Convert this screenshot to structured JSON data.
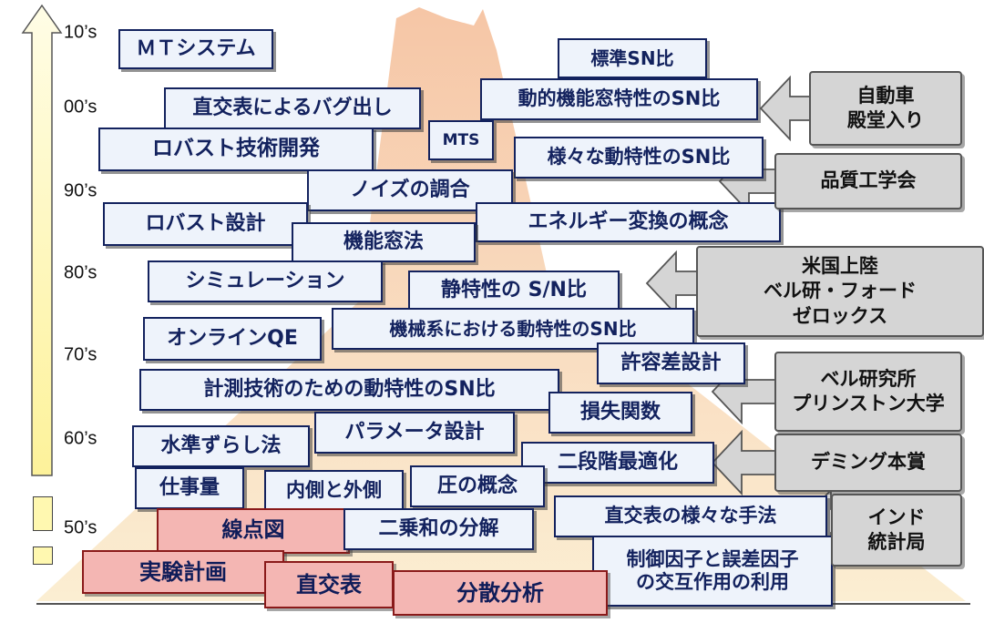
{
  "colors": {
    "box_fill": "#eef3fb",
    "box_border": "#13225e",
    "box_text": "#13225e",
    "base_fill": "#f4b6b3",
    "arrow_fill": "#d5d5d5",
    "mountain_fill": "#f6c6a6",
    "mountain_base": "#fbeed2",
    "timeline_fill": "#fdf7b2"
  },
  "timeline": {
    "labels": [
      "10’s",
      "00’s",
      "90’s",
      "80’s",
      "70’s",
      "60’s",
      "50’s"
    ]
  },
  "boxes": [
    {
      "text": "ＭＴシステム"
    },
    {
      "text": "標準SN比"
    },
    {
      "text": "動的機能窓特性のSN比"
    },
    {
      "text": "直交表によるバグ出し"
    },
    {
      "text": "MTS"
    },
    {
      "text": "ロバスト技術開発"
    },
    {
      "text": "様々な動特性のSN比"
    },
    {
      "text": "ノイズの調合"
    },
    {
      "text": "ロバスト設計"
    },
    {
      "text": "エネルギー変換の概念"
    },
    {
      "text": "機能窓法"
    },
    {
      "text": "シミュレーション"
    },
    {
      "text": "静特性の S/N比"
    },
    {
      "text": "オンラインQE"
    },
    {
      "text": "機械系における動特性のSN比"
    },
    {
      "text": "許容差設計"
    },
    {
      "text": "計測技術のための動特性のSN比"
    },
    {
      "text": "損失関数"
    },
    {
      "text": "パラメータ設計"
    },
    {
      "text": "水準ずらし法"
    },
    {
      "text": "二段階最適化"
    },
    {
      "text": "仕事量"
    },
    {
      "text": "内側と外側"
    },
    {
      "text": "圧の概念"
    },
    {
      "text": "直交表の様々な手法"
    },
    {
      "text": "線点図"
    },
    {
      "text": "二乗和の分解"
    },
    {
      "text": "制御因子と誤差因子\nの交互作用の利用"
    },
    {
      "text": "実験計画"
    },
    {
      "text": "直交表"
    },
    {
      "text": "分散分析"
    }
  ],
  "events": [
    {
      "text": "自動車\n殿堂入り"
    },
    {
      "text": "品質工学会"
    },
    {
      "text": "米国上陸\nベル研・フォード\nゼロックス"
    },
    {
      "text": "ベル研究所\nプリンストン大学"
    },
    {
      "text": "デミング本賞"
    },
    {
      "text": "インド\n統計局"
    }
  ]
}
